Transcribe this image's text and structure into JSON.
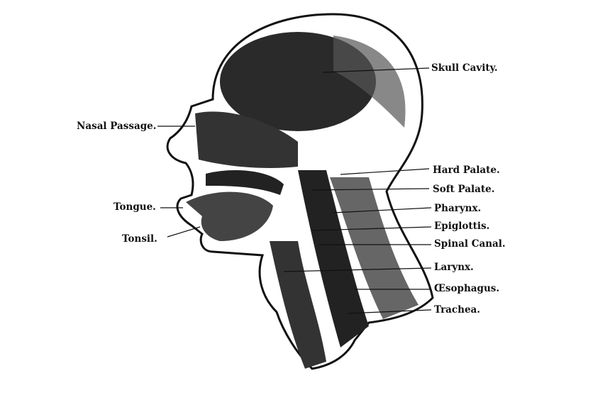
{
  "labels": {
    "skull_cavity": "Skull Cavity.",
    "nasal_passage": "Nasal Passage.",
    "hard_palate": "Hard Palate.",
    "soft_palate": "Soft Palate.",
    "tongue": "Tongue.",
    "pharynx": "Pharynx.",
    "tonsil": "Tonsil.",
    "epiglottis": "Epiglottis.",
    "spinal_canal": "Spinal Canal.",
    "larynx": "Larynx.",
    "oesophagus": "Œsophagus.",
    "trachea": "Trachea."
  },
  "colors": {
    "ink": "#111111",
    "paper": "#ffffff"
  }
}
